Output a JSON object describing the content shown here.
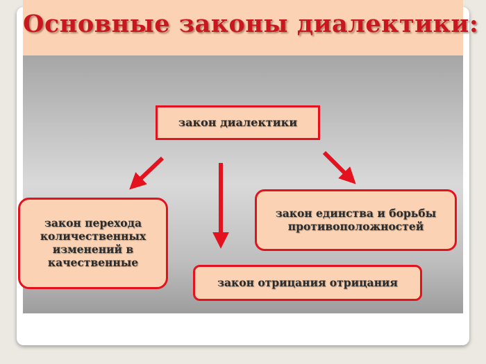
{
  "slide": {
    "title": "Основные законы диалектики:"
  },
  "diagram": {
    "center_node": "закон диалектики",
    "nodes": {
      "left": "закон перехода количественных изменений в качественные",
      "right": "закон единства и борьбы противоположностей",
      "bottom": "закон отрицания отрицания"
    }
  },
  "colors": {
    "accent_red": "#e3121e",
    "title_red": "#c8171e",
    "box_fill": "#fbd3b4",
    "title_band": "#fbd3b4"
  }
}
